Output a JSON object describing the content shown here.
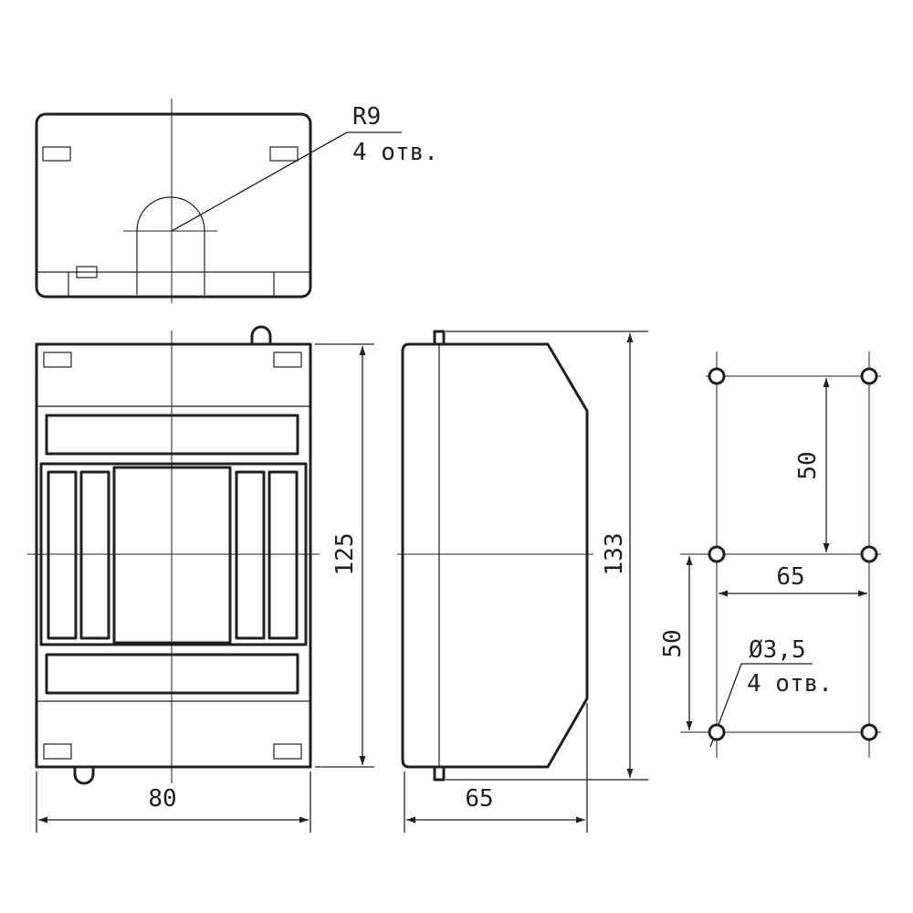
{
  "drawing": {
    "top_view": {
      "radius_label": "R9",
      "radius_count": "4 отв."
    },
    "front_view": {
      "height_label": "125",
      "width_label": "80"
    },
    "side_view": {
      "height_label": "133",
      "depth_label": "65"
    },
    "mounting_holes": {
      "vertical_spacing_upper": "50",
      "horizontal_spacing": "65",
      "vertical_spacing_lower": "50",
      "hole_diameter_label": "Ø3,5",
      "hole_count": "4 отв."
    }
  }
}
